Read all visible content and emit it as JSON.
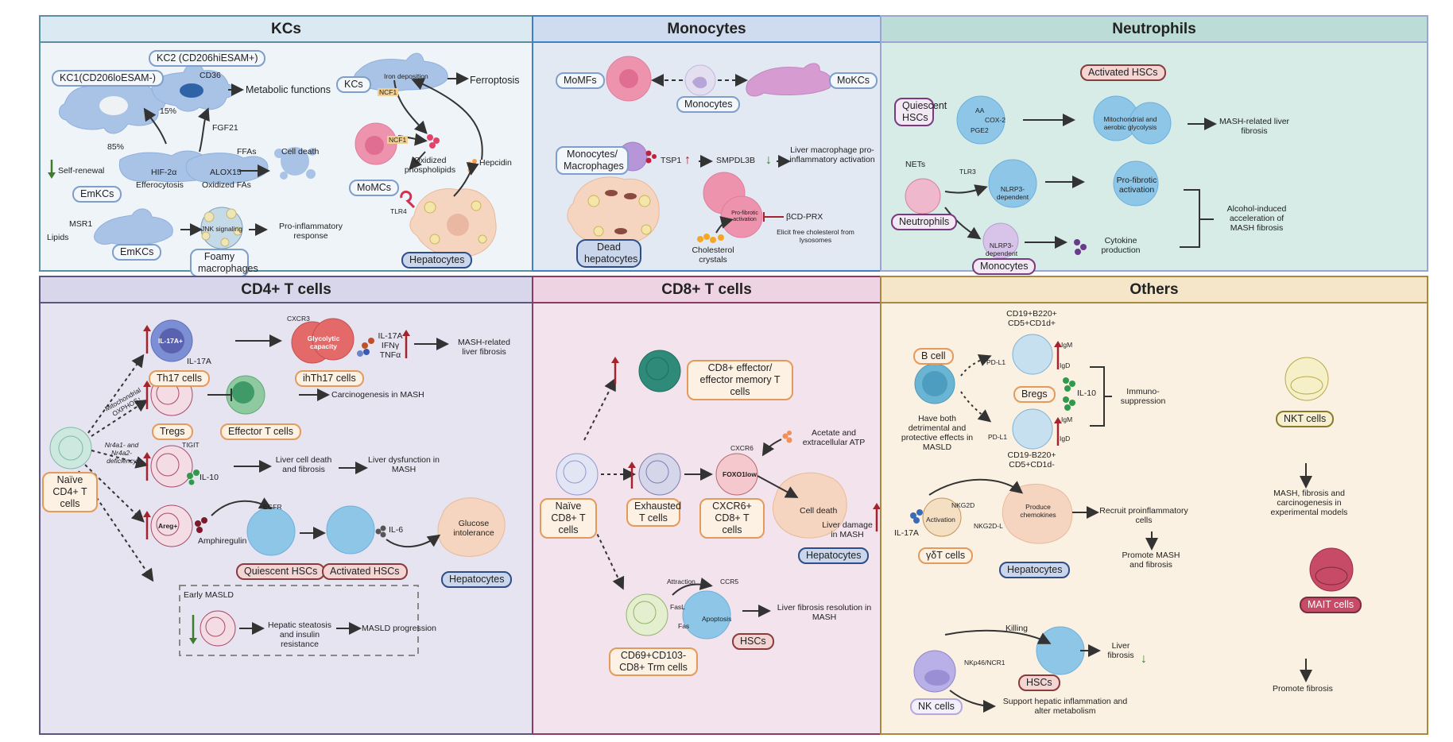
{
  "panels": {
    "kcs": {
      "title": "KCs",
      "kc1_label": "KC1(CD206loESAM-)",
      "kc2_label": "KC2 (CD206hiESAM+)",
      "cd36": "CD36",
      "metabolic": "Metabolic functions",
      "pct15": "15%",
      "pct85": "85%",
      "fgf21": "FGF21",
      "ffas": "FFAs",
      "cell_death": "Cell death",
      "self_renewal": "Self-renewal",
      "emkcs": "EmKCs",
      "hif": "HIF-2α",
      "efferocytosis": "Efferocytosis",
      "alox15": "ALOX15",
      "oxidized_fas": "Oxidized FAs",
      "msr1": "MSR1",
      "lipids": "Lipids",
      "emkcs2": "EmKCs",
      "jnk": "JNK signaling",
      "foamy": "Foamy macrophages",
      "proinflam": "Pro-inflammatory response",
      "kcs_label": "KCs",
      "iron": "Iron deposition",
      "ncf1_a": "NCF1",
      "ncf1_b": "NCF1",
      "ferroptosis": "Ferroptosis",
      "momcs": "MoMCs",
      "oxidized_pl": "Oxidized phospholipids",
      "hepcidin": "Hepcidin",
      "tlr4": "TLR4",
      "hepatocytes": "Hepatocytes"
    },
    "monocytes": {
      "title": "Monocytes",
      "momfs": "MoMFs",
      "monocytes": "Monocytes",
      "mokcs": "MoKCs",
      "mono_macro": "Monocytes/ Macrophages",
      "tsp1": "TSP1",
      "smpdl3b": "SMPDL3B",
      "liver_macro": "Liver macrophage pro-inflammatory activation",
      "profibrotic": "Pro-fibrotic activation",
      "bcd": "βCD-PRX",
      "elicit": "Elicit free cholesterol from lysosomes",
      "dead_hep": "Dead hepatocytes",
      "chol": "Cholesterol crystals"
    },
    "neutrophils": {
      "title": "Neutrophils",
      "quiescent": "Quiescent HSCs",
      "aa": "AA",
      "cox2": "COX-2",
      "pge2": "PGE2",
      "activated": "Activated HSCs",
      "mito": "Mitochondrial and aerobic glycolysis",
      "mash_fib": "MASH-related liver fibrosis",
      "nets": "NETs",
      "tlr3": "TLR3",
      "nlrp3_a": "NLRP3-dependent",
      "nlrp3_b": "NLRP3-dependent",
      "profib": "Pro-fibrotic activation",
      "alcohol": "Alcohol-induced acceleration of MASH fibrosis",
      "neutrophils": "Neutrophils",
      "monocytes": "Monocytes",
      "cytokine": "Cytokine production"
    },
    "cd4": {
      "title": "CD4+ T cells",
      "il17a_plus": "IL-17A+",
      "il17a": "IL-17A",
      "th17": "Th17 cells",
      "cxcr3": "CXCR3",
      "glyco": "Glycolytic capacity",
      "ihth17": "ihTh17 cells",
      "cytokines": "IL-17A IFNγ TNFα",
      "mash_fib": "MASH-related liver fibrosis",
      "mito_ox": "Mitochondrial OXPHOS↑",
      "tregs": "Tregs",
      "effector": "Effector T cells",
      "carcino": "Carcinogenesis in MASH",
      "nr4a": "Nr4a1- and Nr4a2- deficiency",
      "tigit": "TIGIT",
      "il10": "IL-10",
      "liver_death": "Liver cell death and fibrosis",
      "liver_dys": "Liver dysfunction in MASH",
      "naive": "Naïve CD4+ T cells",
      "egfr": "EGFR",
      "areg": "Areg+",
      "amphi": "Amphiregulin",
      "quiescent": "Quiescent HSCs",
      "activated": "Activated HSCs",
      "il6": "IL-6",
      "glucose": "Glucose intolerance",
      "hepatocytes": "Hepatocytes",
      "early": "Early MASLD",
      "steatosis": "Hepatic steatosis and insulin resistance",
      "progression": "MASLD progression"
    },
    "cd8": {
      "title": "CD8+ T cells",
      "effector": "CD8+ effector/ effector memory T cells",
      "acetate": "Acetate and extracellular ATP",
      "cxcr6": "CXCR6",
      "foxo1": "FOXO1low",
      "naive": "Naïve CD8+ T cells",
      "exhausted": "Exhausted T cells",
      "cxcr6cd8": "CXCR6+ CD8+ T cells",
      "cell_death": "Cell death",
      "liver_damage": "Liver damage in MASH",
      "hepatocytes": "Hepatocytes",
      "attraction": "Attraction",
      "ccr5": "CCR5",
      "fasl": "FasL",
      "fas": "Fas",
      "apoptosis": "Apoptosis",
      "hscs": "HSCs",
      "resolution": "Liver fibrosis resolution in MASH",
      "trm": "CD69+CD103- CD8+ Trm cells"
    },
    "others": {
      "title": "Others",
      "breg_top": "CD19+B220+ CD5+CD1d+",
      "breg_bot": "CD19-B220+ CD5+CD1d-",
      "bcell": "B cell",
      "pdl1_a": "PD-L1",
      "pdl1_b": "PD-L1",
      "igm_a": "IgM",
      "igd_a": "IgD",
      "igm_b": "IgM",
      "igd_b": "IgD",
      "bregs": "Bregs",
      "il10": "IL-10",
      "immuno": "Immuno- suppression",
      "both": "Have both detrimental and protective effects in MASLD",
      "nkt": "NKT cells",
      "nkt_effect": "MASH, fibrosis and carcinogenesis in experimental models",
      "nkg2d": "NKG2D",
      "activation": "Activation",
      "nkg2dl": "NKG2D-L",
      "produce": "Produce chemokines",
      "il17a": "IL-17A",
      "gdt": "γδT cells",
      "hepatocytes": "Hepatocytes",
      "recruit": "Recruit proinflammatory cells",
      "promote_mash": "Promote MASH and fibrosis",
      "mait": "MAIT cells",
      "promote_fib": "Promote fibrosis",
      "killing": "Killing",
      "nkp46": "NKp46/NCR1",
      "hscs": "HSCs",
      "liver_fib": "Liver fibrosis",
      "nk": "NK cells",
      "support": "Support hepatic inflammation and alter metabolism"
    }
  },
  "colors": {
    "kc_head": "#dbeaf2",
    "kc_body": "#eef4f8",
    "kc_border": "#5b8ea0",
    "mono_head": "#cfdcef",
    "mono_body": "#e2e9f3",
    "mono_border": "#3f7fc4",
    "neu_head": "#bcdcd7",
    "neu_body": "#d7ebe7",
    "neu_border": "#9aa6cf",
    "cd4_head": "#d8d6ea",
    "cd4_body": "#e6e4f1",
    "cd4_border": "#5e5480",
    "cd8_head": "#eed3e2",
    "cd8_body": "#f3e3ec",
    "cd8_border": "#8a3a63",
    "oth_head": "#f5e5c9",
    "oth_body": "#fbf1e3",
    "oth_border": "#a8893e",
    "up_arrow": "#a3242e",
    "down_arrow": "#3d7d2c"
  }
}
